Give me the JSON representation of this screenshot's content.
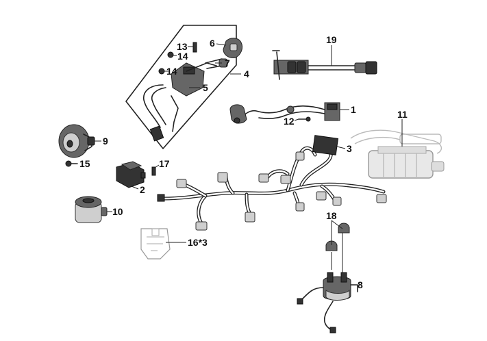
{
  "labels": {
    "p1": "1",
    "p2": "2",
    "p3": "3",
    "p4": "4",
    "p5": "5",
    "p6": "6",
    "p7": "7",
    "p8": "8",
    "p9": "9",
    "p10": "10",
    "p11": "11",
    "p12": "12",
    "p13": "13",
    "p14a": "14",
    "p14b": "14",
    "p15": "15",
    "p16": "16*3",
    "p17": "17",
    "p18": "18",
    "p19": "19"
  }
}
